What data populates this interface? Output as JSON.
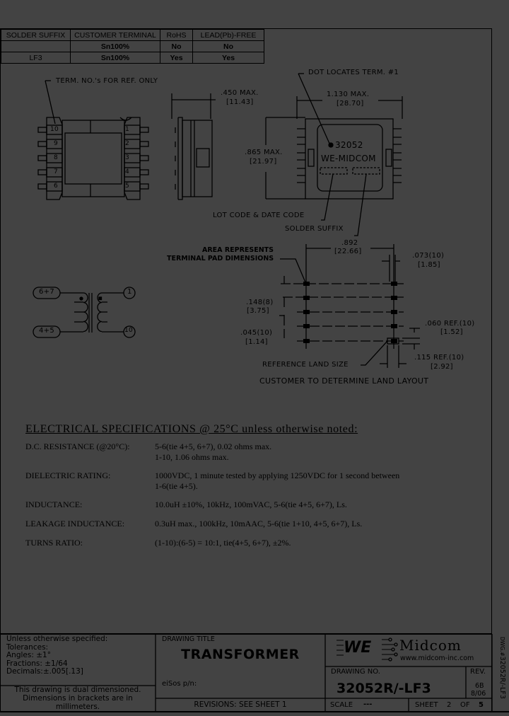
{
  "suffix_table": {
    "headers": [
      "SOLDER SUFFIX",
      "CUSTOMER TERMINAL",
      "RoHS",
      "LEAD(Pb)-FREE"
    ],
    "rows": [
      [
        "",
        "Sn100%",
        "No",
        "No"
      ],
      [
        "LF3",
        "Sn100%",
        "Yes",
        "Yes"
      ]
    ]
  },
  "top_view": {
    "note": "TERM. NO.'s FOR REF. ONLY",
    "left_pins": [
      "10",
      "9",
      "8",
      "7",
      "6"
    ],
    "right_pins": [
      "1",
      "2",
      "3",
      "4",
      "5"
    ]
  },
  "side_view": {
    "width_dim": ".450 MAX.",
    "width_dim_mm": "[11.43]",
    "height_dim": ".865 MAX.",
    "height_dim_mm": "[21.97]"
  },
  "front_view": {
    "dot_note": "DOT LOCATES TERM. #1",
    "width_dim": "1.130 MAX.",
    "width_dim_mm": "[28.70]",
    "part_number": "32052",
    "brand": "WE-MIDCOM",
    "lot_note": "LOT CODE & DATE CODE",
    "suffix_note": "SOLDER SUFFIX"
  },
  "schematic": {
    "left_top": "6+7",
    "left_bottom": "4+5",
    "right_top": "1",
    "right_bottom": "10"
  },
  "land_layout": {
    "area_note_1": "AREA REPRESENTS",
    "area_note_2": "TERMINAL PAD DIMENSIONS",
    "span_dim": ".892",
    "span_dim_mm": "[22.66]",
    "pad_width": ".073(10)",
    "pad_width_mm": "[1.85]",
    "pitch": ".148(8)",
    "pitch_mm": "[3.75]",
    "pad_height": ".045(10)",
    "pad_height_mm": "[1.14]",
    "ref_h": ".060 REF.(10)",
    "ref_h_mm": "[1.52]",
    "ref_w": ".115 REF.(10)",
    "ref_w_mm": "[2.92]",
    "ref_land_note": "REFERENCE LAND SIZE",
    "customer_note": "CUSTOMER TO DETERMINE LAND LAYOUT"
  },
  "electrical": {
    "title": "ELECTRICAL SPECIFICATIONS @ 25°C unless otherwise noted:",
    "specs": [
      {
        "key": "D.C. RESISTANCE (@20°C):",
        "lines": [
          "5-6(tie 4+5, 6+7), 0.02 ohms max.",
          "1-10, 1.06 ohms max."
        ]
      },
      {
        "key": "DIELECTRIC RATING:",
        "lines": [
          "1000VDC, 1 minute tested by applying 1250VDC for 1 second between",
          "1-6(tie 4+5)."
        ]
      },
      {
        "key": "INDUCTANCE:",
        "lines": [
          "10.0uH ±10%, 10kHz, 100mVAC, 5-6(tie 4+5, 6+7), Ls."
        ]
      },
      {
        "key": "LEAKAGE INDUCTANCE:",
        "lines": [
          "0.3uH max., 100kHz, 10mAAC, 5-6(tie 1+10, 4+5, 6+7), Ls."
        ]
      },
      {
        "key": "TURNS RATIO:",
        "lines": [
          "(1-10):(6-5) = 10:1, tie(4+5, 6+7), ±2%."
        ]
      }
    ]
  },
  "title_block": {
    "tol_lines": [
      "Unless otherwise specified:",
      "Tolerances:",
      "Angles: ±1°",
      "Fractions: ±1/64",
      "Decimals:±.005[.13]"
    ],
    "dual_lines": [
      "This drawing is dual dimensioned.",
      "Dimensions in brackets are in",
      "millimeters."
    ],
    "drawing_title_label": "DRAWING TITLE",
    "drawing_title": "TRANSFORMER",
    "eisos_label": "eiSos p/n:",
    "revisions": "REVISIONS: SEE SHEET 1",
    "logo_text": "Midcom",
    "logo_url": "www.midcom-inc.com",
    "drawing_no_label": "DRAWING NO.",
    "drawing_no": "32052R/-LF3",
    "rev_label": "REV.",
    "rev_value": "6B",
    "rev_date": "8/06",
    "scale_label": "SCALE",
    "scale_value": "---",
    "sheet_label": "SHEET",
    "sheet_num": "2",
    "of_label": "OF",
    "sheet_total": "5",
    "side_dwg_label": "DWG.#",
    "side_dwg_no": "32052R/-LF3"
  }
}
